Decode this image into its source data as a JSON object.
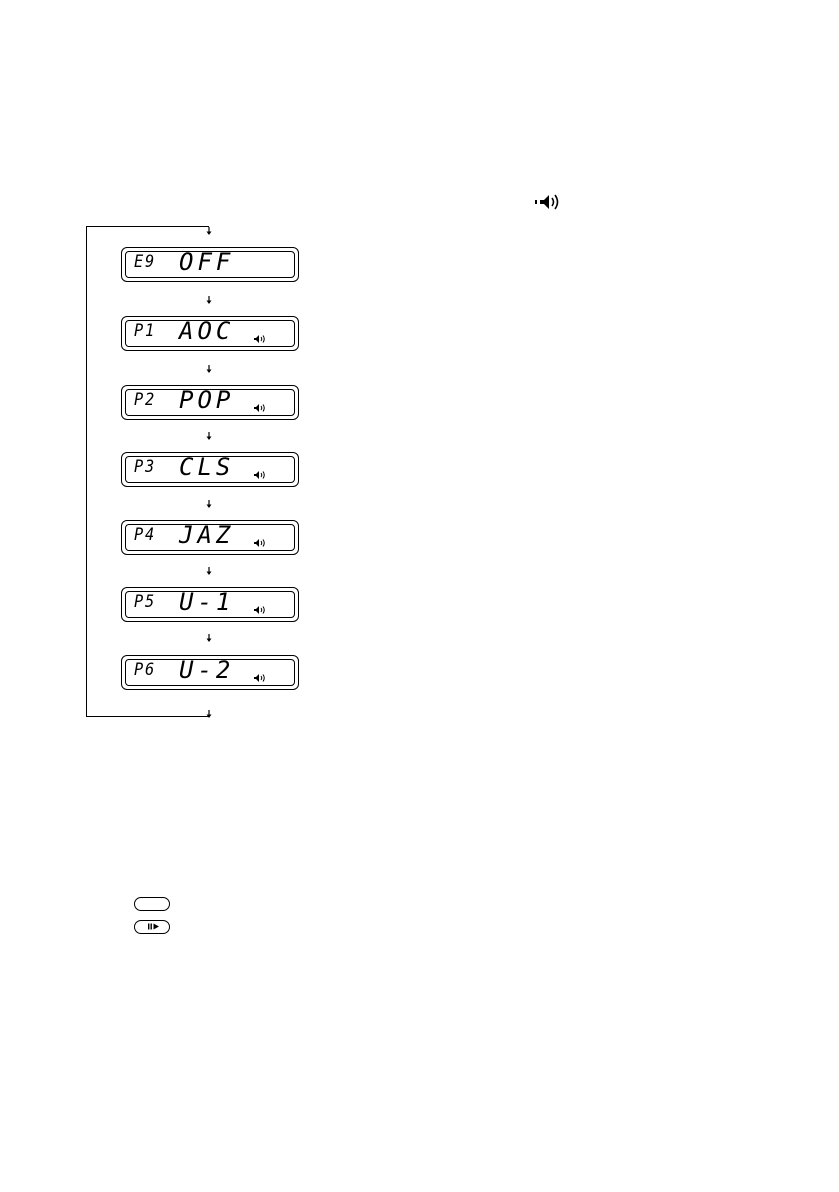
{
  "displays": [
    {
      "code": "E9",
      "value": "OFF",
      "speaker": false
    },
    {
      "code": "P1",
      "value": "AOC",
      "speaker": true
    },
    {
      "code": "P2",
      "value": "POP",
      "speaker": true
    },
    {
      "code": "P3",
      "value": "CLS",
      "speaker": true
    },
    {
      "code": "P4",
      "value": "JAZ",
      "speaker": true
    },
    {
      "code": "P5",
      "value": "U-1",
      "speaker": true
    },
    {
      "code": "P6",
      "value": "U-2",
      "speaker": true
    }
  ],
  "icons": {
    "top": "speaker-sound-icon",
    "lcd": "speaker-sound-icon",
    "button_1": "blank-button",
    "button_2": "play-pause-button"
  }
}
